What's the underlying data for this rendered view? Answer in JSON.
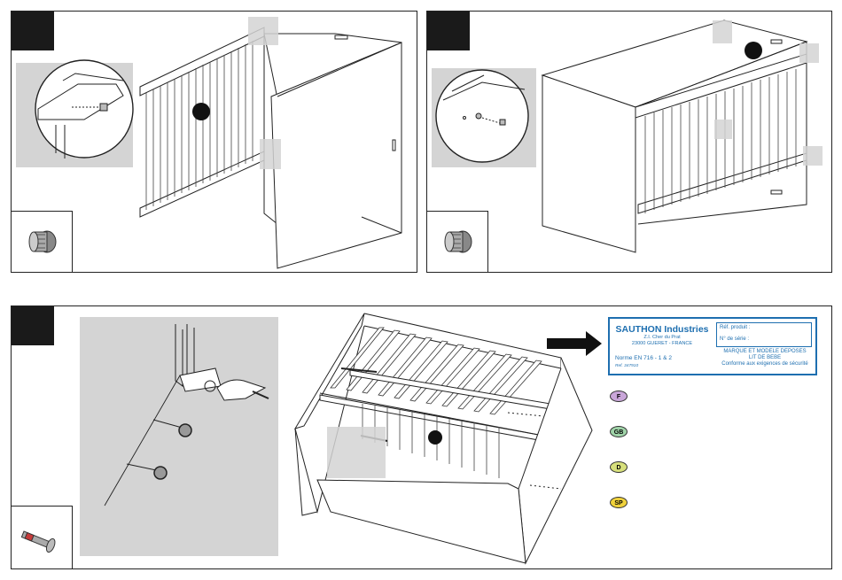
{
  "label": {
    "brand": "SAUTHON Industries",
    "address_line1": "Z.I. Cher du Prat",
    "address_line2": "23000 GUERET - FRANCE",
    "norm": "Norme EN 716 - 1 & 2",
    "ref": "Ref. 347910",
    "product_ref": "Réf. produit :",
    "serial": "N° de série :",
    "trademark_line1": "MARQUE ET MODELE DEPOSES",
    "trademark_line2": "LIT DE BEBE",
    "conformity": "Conforme aux exigences de sécurité"
  },
  "languages": [
    "F",
    "GB",
    "D",
    "SP"
  ],
  "colors": {
    "label_blue": "#1e6fb0",
    "lang_f": "#c9a6d9",
    "lang_gb": "#9fd3a8",
    "lang_d": "#d7e07c",
    "lang_sp": "#f0d23c",
    "highlight_gray": "#d4d4d4"
  }
}
